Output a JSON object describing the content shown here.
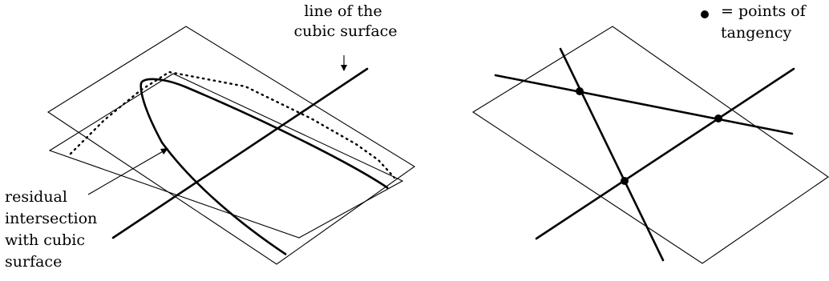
{
  "left_figure": {
    "line_label": [
      "line of the",
      "cubic surface"
    ],
    "residual_label": [
      "residual",
      "intersection",
      "with cubic",
      "surface"
    ]
  },
  "right_figure": {
    "legend_label": [
      "= points of",
      "tangency"
    ]
  }
}
